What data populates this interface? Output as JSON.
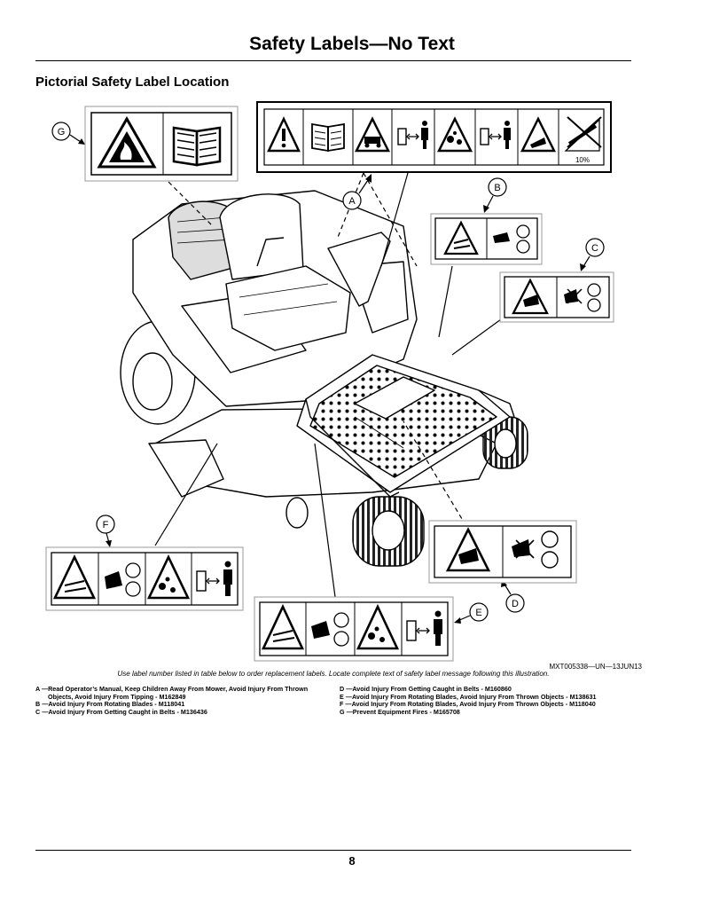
{
  "page": {
    "title": "Safety Labels—No Text",
    "subtitle": "Pictorial Safety Label Location",
    "page_number": "8"
  },
  "figure": {
    "callouts": [
      "A",
      "B",
      "C",
      "D",
      "E",
      "F",
      "G"
    ],
    "label_a_slope": "10%",
    "reference": "MXT005338—UN—13JUN13",
    "caption": "Use label number listed in table below to order replacement labels. Locate complete text of safety label message following this illustration.",
    "icons": {
      "G": [
        "fire-warning-icon",
        "operator-manual-icon"
      ],
      "A": [
        "general-warning-icon",
        "operator-manual-icon",
        "mower-hazard-warning-icon",
        "keep-away-icon",
        "thrown-objects-warning-icon",
        "keep-away-icon",
        "tipping-warning-icon",
        "slope-limit-icon"
      ],
      "B": [
        "rotating-blade-warning-icon",
        "blade-hand-hazard-icon"
      ],
      "C": [
        "belt-entanglement-warning-icon",
        "belt-hand-hazard-icon"
      ],
      "D": [
        "belt-entanglement-warning-icon",
        "belt-hand-hazard-icon"
      ],
      "E": [
        "rotating-blade-warning-icon",
        "blade-foot-hazard-icon",
        "thrown-objects-warning-icon",
        "keep-away-icon"
      ],
      "F": [
        "rotating-blade-warning-icon",
        "blade-foot-hazard-icon",
        "thrown-objects-warning-icon",
        "keep-away-icon"
      ]
    }
  },
  "legend": {
    "left": [
      "A —Read Operator’s Manual, Keep Children Away From Mower, Avoid Injury From Thrown",
      "Objects, Avoid Injury From Tipping - M162849",
      "B —Avoid Injury From Rotating Blades - M118041",
      "C —Avoid Injury From Getting Caught in Belts - M136436"
    ],
    "right": [
      "D —Avoid Injury From Getting Caught in Belts - M160860",
      "E —Avoid Injury From Rotating Blades, Avoid Injury From Thrown Objects - M138631",
      "F —Avoid Injury From Rotating Blades, Avoid Injury From Thrown Objects - M118040",
      "G —Prevent Equipment Fires - M165708"
    ]
  }
}
